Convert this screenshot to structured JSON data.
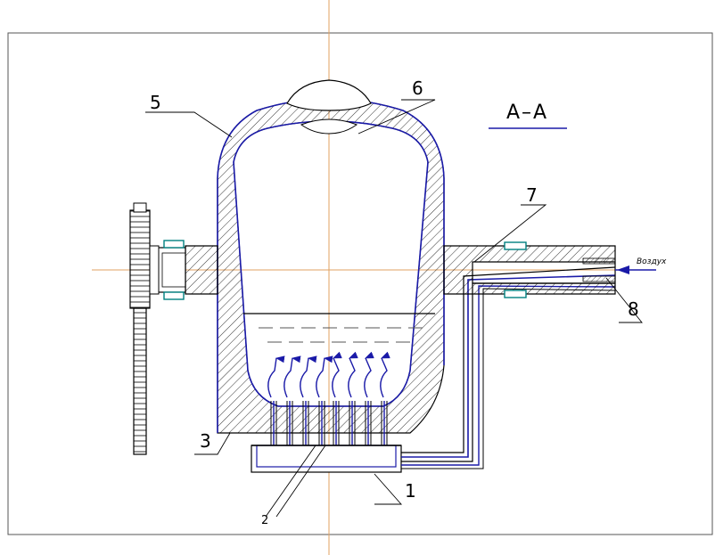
{
  "section_title": "A–A",
  "callouts": {
    "c1": "1",
    "c2": "2",
    "c3": "3",
    "c5": "5",
    "c6": "6",
    "c7": "7",
    "c8": "8"
  },
  "air_label": "Воздух",
  "colors": {
    "line": "#000000",
    "blue": "#1a1aa8",
    "centerline": "#e0a060",
    "seal": "#008080"
  },
  "icons": [
    "gear-icon",
    "arrow-up-icon",
    "arrow-left-icon"
  ]
}
